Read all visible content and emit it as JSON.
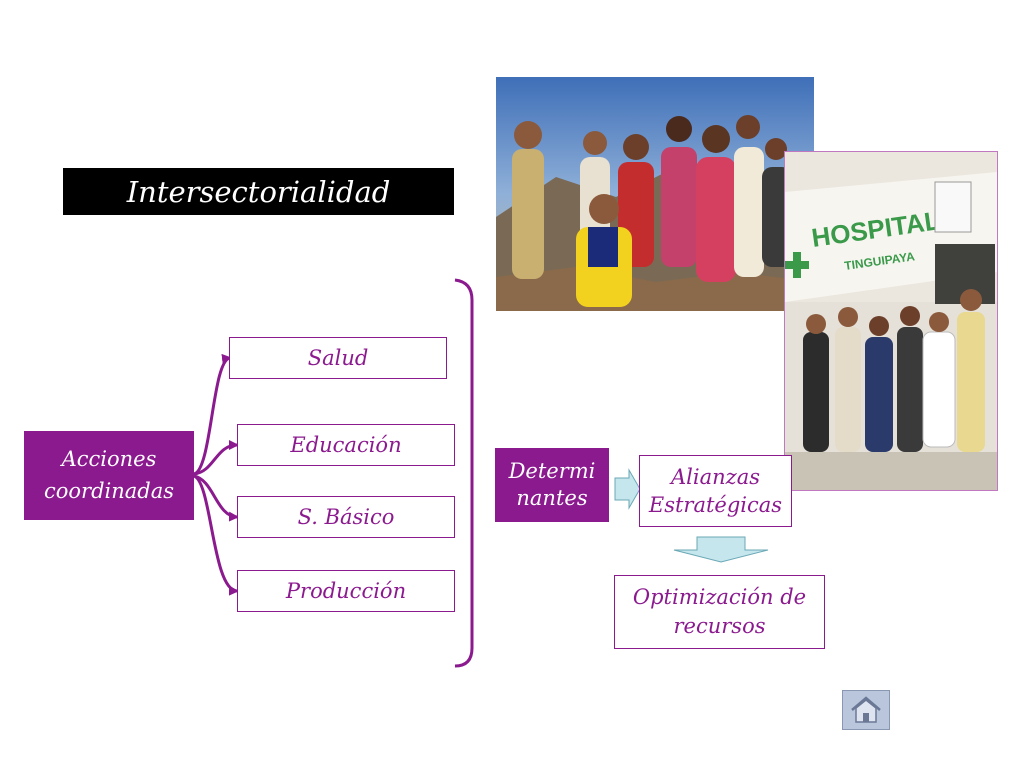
{
  "title": "Intersectorialidad",
  "acciones": {
    "line1": "Acciones",
    "line2": "coordinadas"
  },
  "sectors": [
    "Salud",
    "Educación",
    "S. Básico",
    "Producción"
  ],
  "determinantes": {
    "line1": "Determi",
    "line2": "nantes"
  },
  "alianzas": {
    "line1": "Alianzas",
    "line2": "Estratégicas"
  },
  "optimizacion": {
    "line1": "Optimización de",
    "line2": "recursos"
  },
  "photo_hospital": {
    "sign_main": "HOSPITAL",
    "sign_sub": "TINGUIPAYA"
  },
  "colors": {
    "accent": "#8b1a8f",
    "arrow_fill": "#c5e6ec",
    "arrow_stroke": "#6aa8b6",
    "home_button": "#b9c6dc"
  },
  "icons": {
    "home": "home-icon"
  }
}
